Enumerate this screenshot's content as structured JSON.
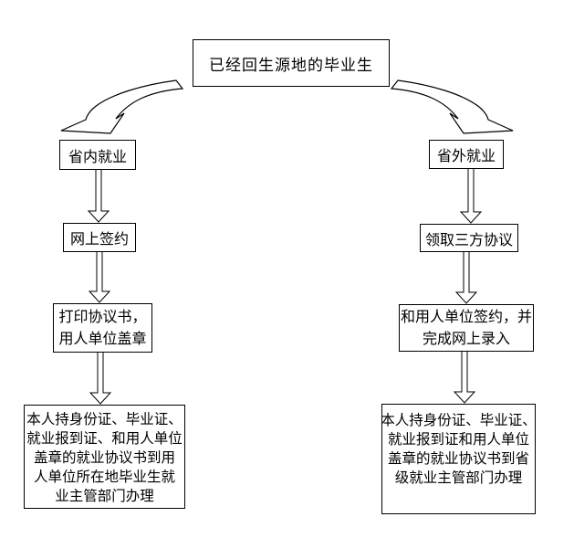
{
  "diagram": {
    "title": "已经回生源地的毕业生",
    "left_branch": {
      "step1": "省内就业",
      "step2": "网上签约",
      "step3_lines": [
        "打印协议书，",
        "用人单位盖章"
      ],
      "step4_lines": [
        "本人持身份证、毕业证、",
        "就业报到证、和用人单位",
        "盖章的就业协议书到用",
        "人单位所在地毕业生就",
        "业主管部门办理"
      ]
    },
    "right_branch": {
      "step1": "省外就业",
      "step2": "领取三方协议",
      "step3_lines": [
        "和用人单位签约，并",
        "完成网上录入"
      ],
      "step4_lines": [
        "本人持身份证、毕业证、",
        "就业报到证和用人单位",
        "盖章的就业协议书到省",
        "级就业主管部门办理"
      ]
    },
    "colors": {
      "line": "#000000",
      "background": "#ffffff",
      "box_fill": "#ffffff"
    }
  }
}
